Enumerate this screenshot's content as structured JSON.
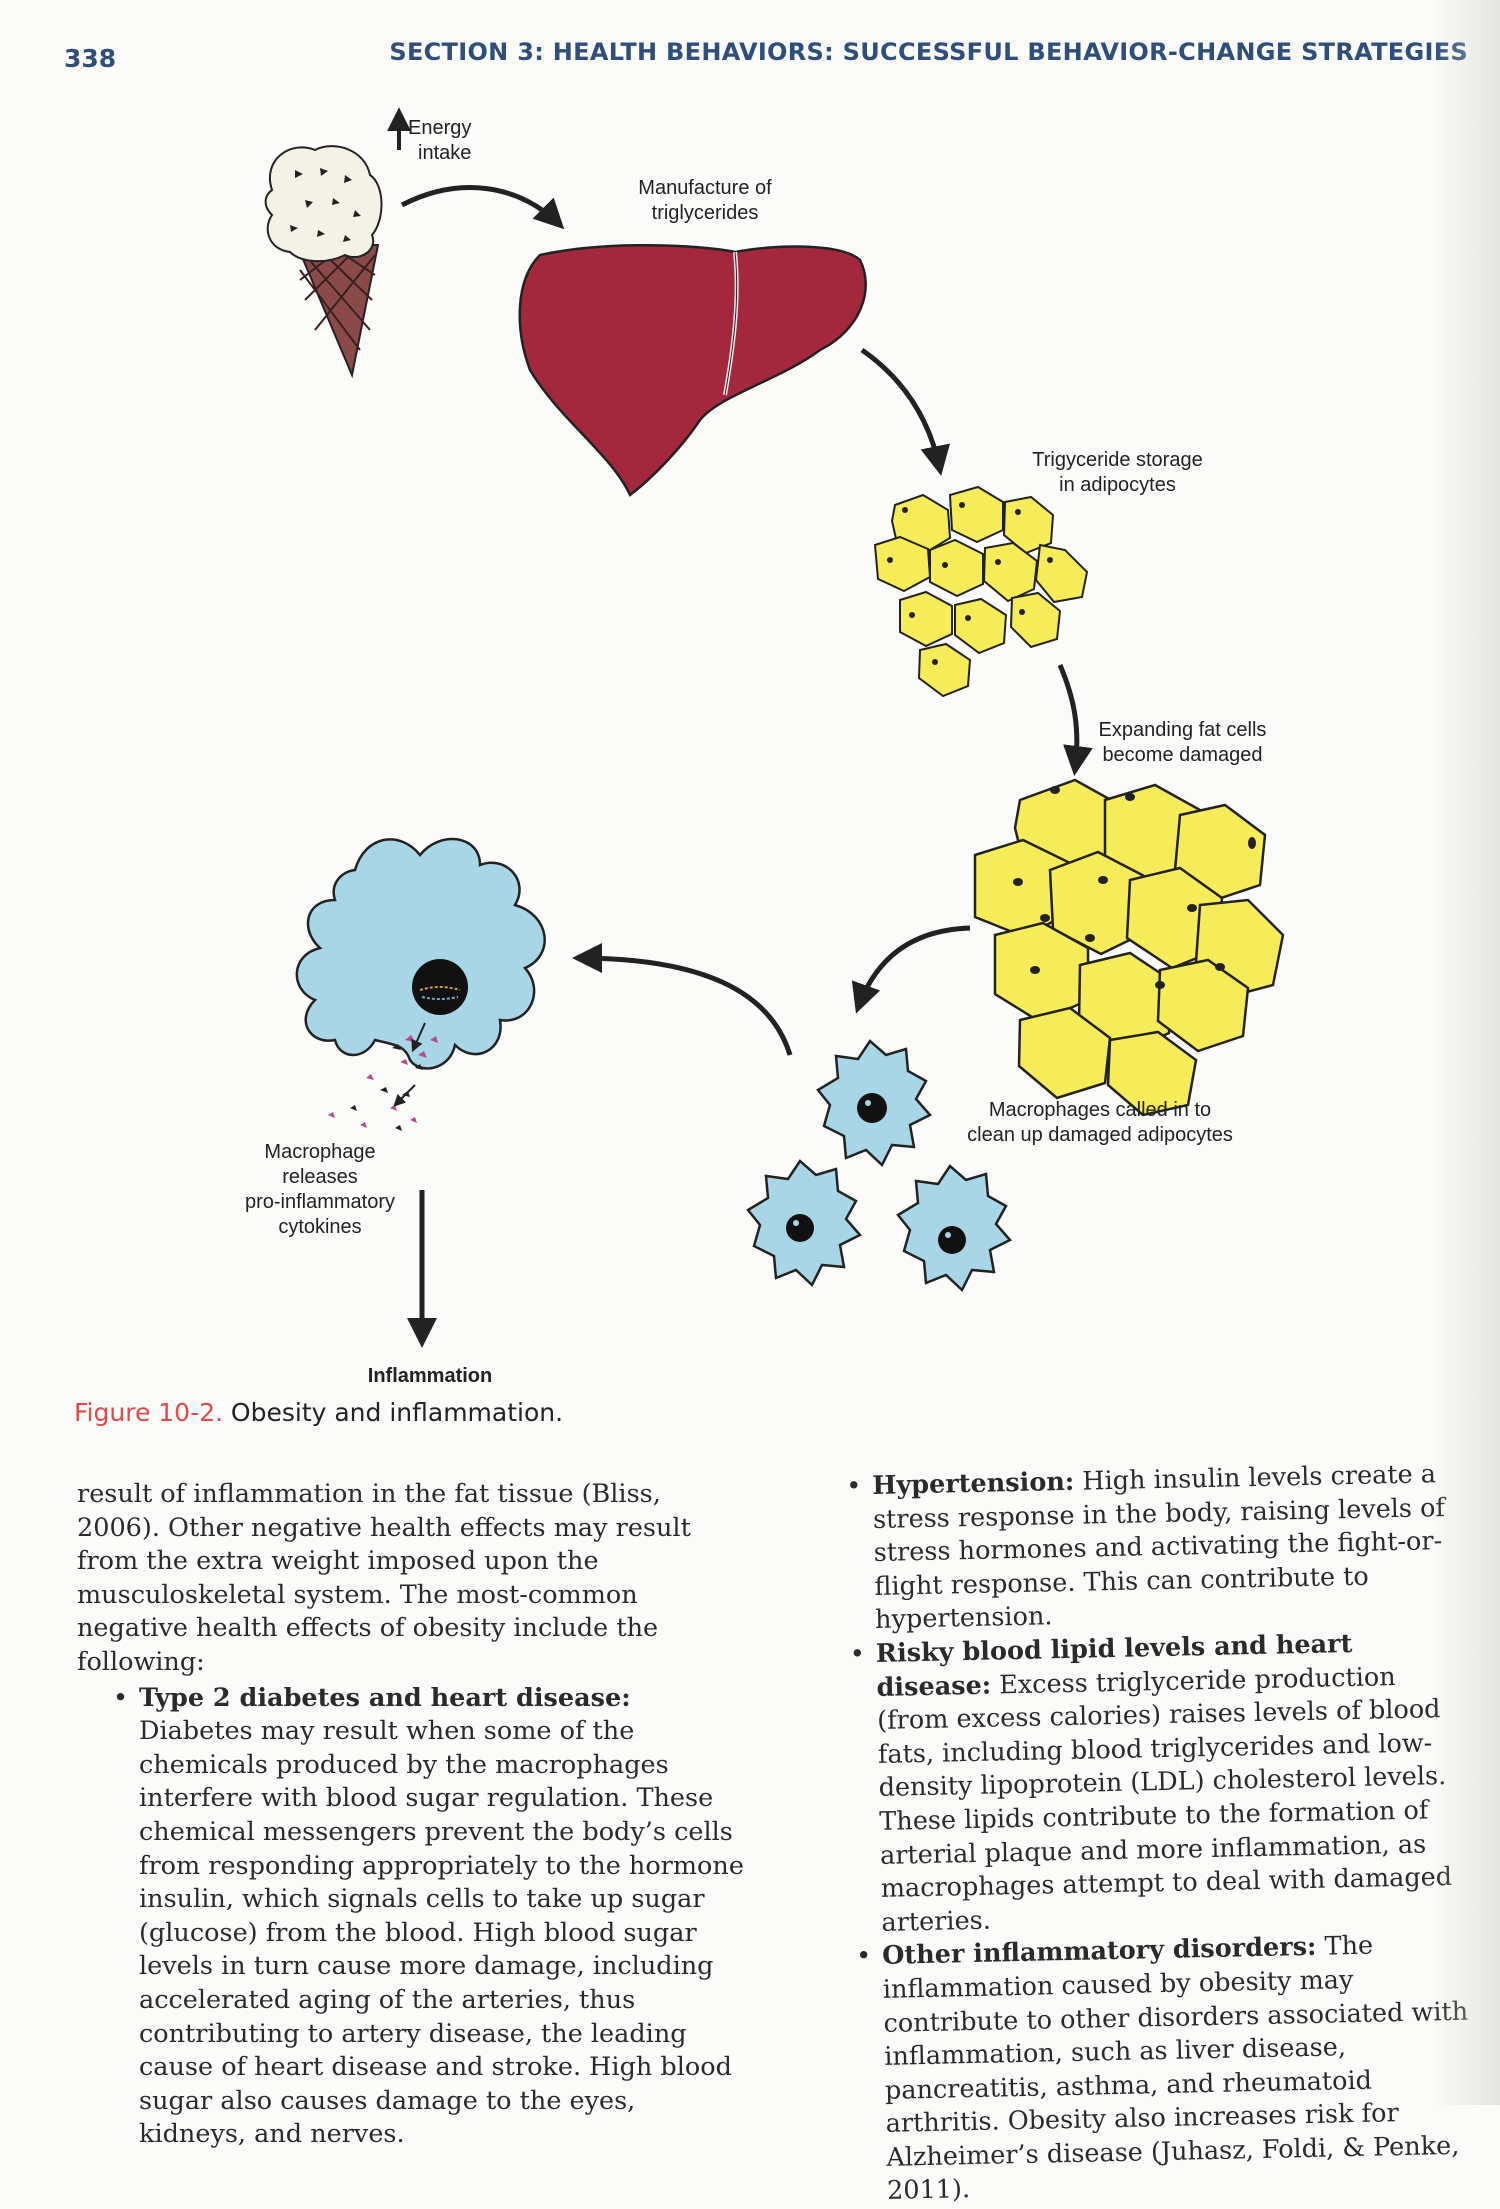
{
  "header": {
    "page_number": "338",
    "section_title": "SECTION 3: HEALTH BEHAVIORS: SUCCESSFUL BEHAVIOR-CHANGE STRATEGIES"
  },
  "figure": {
    "labels": {
      "energy_line1": "Energy",
      "energy_line2": "intake",
      "manufacture_line1": "Manufacture of",
      "manufacture_line2": "triglycerides",
      "storage_line1": "Trigyceride storage",
      "storage_line2": "in adipocytes",
      "expanding_line1": "Expanding fat cells",
      "expanding_line2": "become damaged",
      "macrophages_line1": "Macrophages called in to",
      "macrophages_line2": "clean up damaged adipocytes",
      "releases_line1": "Macrophage",
      "releases_line2": "releases",
      "releases_line3": "pro-inflammatory",
      "releases_line4": "cytokines",
      "inflammation": "Inflammation"
    },
    "caption_number": "Figure 10-2.",
    "caption_text": " Obesity and inflammation.",
    "colors": {
      "liver": "#a3273d",
      "fat_cell": "#f6ec59",
      "macrophage": "#a9d6e6",
      "caption_accent": "#e24a4a",
      "header": "#2f4f7a"
    }
  },
  "left_column": {
    "intro": "result of inflammation in the fat tissue (Bliss, 2006). Other negative health effects may result from the extra weight imposed upon the musculoskeletal system. The most-common negative health effects of obesity include the following:",
    "items": [
      {
        "term": "Type 2 diabetes and heart disease:",
        "text": " Diabetes may result when some of the chemicals produced by the macrophages interfere with blood sugar regulation. These chemical messengers prevent the body’s cells from responding appropriately to the hormone insulin, which signals cells to take up sugar (glucose) from the blood. High blood sugar levels in turn cause more damage, including accelerated aging of the arteries, thus contributing to artery disease, the leading cause of heart disease and stroke. High blood sugar also causes damage to the eyes, kidneys, and nerves."
      }
    ]
  },
  "right_column": {
    "items": [
      {
        "term": "Hypertension:",
        "text": " High insulin levels create a stress response in the body, raising levels of stress hormones and activating the fight-or-flight response. This can contribute to hypertension."
      },
      {
        "term": "Risky blood lipid levels and heart disease:",
        "text": " Excess triglyceride production (from excess calories) raises levels of blood fats, including blood triglycerides and low-density lipoprotein (LDL) cholesterol levels. These lipids contribute to the formation of arterial plaque and more inflammation, as macrophages attempt to deal with damaged arteries."
      },
      {
        "term": "Other inflammatory disorders:",
        "text": " The inflammation caused by obesity may contribute to other disorders associated with inflammation, such as liver disease, pancreatitis, asthma, and rheumatoid arthritis. Obesity also increases risk for Alzheimer’s disease (Juhasz, Foldi, & Penke, 2011)."
      }
    ]
  }
}
